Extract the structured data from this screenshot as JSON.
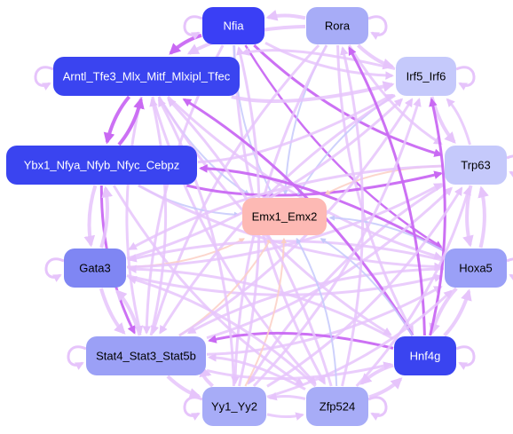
{
  "graph": {
    "nodes": [
      {
        "id": "nfia",
        "label": "Nfia",
        "fill": "#3a3ff5",
        "text": "#ffffff"
      },
      {
        "id": "rora",
        "label": "Rora",
        "fill": "#a7acf7",
        "text": "#000000"
      },
      {
        "id": "arntl",
        "label": "Arntl_Tfe3_Mlx_Mitf_Mlxipl_Tfec",
        "fill": "#3a44f0",
        "text": "#ffffff"
      },
      {
        "id": "irf5",
        "label": "Irf5_Irf6",
        "fill": "#c5c9fb",
        "text": "#000000"
      },
      {
        "id": "ybx1",
        "label": "Ybx1_Nfya_Nfyb_Nfyc_Cebpz",
        "fill": "#3a44f0",
        "text": "#ffffff"
      },
      {
        "id": "trp63",
        "label": "Trp63",
        "fill": "#c5c9fb",
        "text": "#000000"
      },
      {
        "id": "emx",
        "label": "Emx1_Emx2",
        "fill": "#fdb9b4",
        "text": "#000000"
      },
      {
        "id": "gata3",
        "label": "Gata3",
        "fill": "#7f86f3",
        "text": "#000000"
      },
      {
        "id": "hoxa5",
        "label": "Hoxa5",
        "fill": "#9aa0f7",
        "text": "#000000"
      },
      {
        "id": "stat4",
        "label": "Stat4_Stat3_Stat5b",
        "fill": "#9ba0f6",
        "text": "#000000"
      },
      {
        "id": "hnf4g",
        "label": "Hnf4g",
        "fill": "#3a44f0",
        "text": "#ffffff"
      },
      {
        "id": "yy1",
        "label": "Yy1_Yy2",
        "fill": "#a7acf7",
        "text": "#000000"
      },
      {
        "id": "zfp524",
        "label": "Zfp524",
        "fill": "#a7acf7",
        "text": "#000000"
      }
    ],
    "edges": [
      {
        "s": "nfia",
        "t": "arntl",
        "c": "#c969f3",
        "w": 4
      },
      {
        "s": "nfia",
        "t": "trp63",
        "c": "#c969f3",
        "w": 3
      },
      {
        "s": "nfia",
        "t": "hoxa5",
        "c": "#c969f3",
        "w": 2.5
      },
      {
        "s": "nfia",
        "t": "zfp524",
        "c": "#e6c4fb",
        "w": 3
      },
      {
        "s": "nfia",
        "t": "stat4",
        "c": "#e6c4fb",
        "w": 3
      },
      {
        "s": "nfia",
        "t": "emx",
        "c": "#c5c9fb",
        "w": 2
      },
      {
        "s": "nfia",
        "t": "irf5",
        "c": "#e6c4fb",
        "w": 3
      },
      {
        "s": "rora",
        "t": "nfia",
        "c": "#e6c4fb",
        "w": 4
      },
      {
        "s": "rora",
        "t": "arntl",
        "c": "#e6c4fb",
        "w": 4
      },
      {
        "s": "rora",
        "t": "irf5",
        "c": "#e6c4fb",
        "w": 4
      },
      {
        "s": "rora",
        "t": "emx",
        "c": "#c5c9fb",
        "w": 2
      },
      {
        "s": "rora",
        "t": "stat4",
        "c": "#e6c4fb",
        "w": 3
      },
      {
        "s": "rora",
        "t": "yy1",
        "c": "#e6c4fb",
        "w": 3
      },
      {
        "s": "rora",
        "t": "hnf4g",
        "c": "#e6c4fb",
        "w": 3
      },
      {
        "s": "rora",
        "t": "trp63",
        "c": "#e6c4fb",
        "w": 3
      },
      {
        "s": "arntl",
        "t": "ybx1",
        "c": "#c969f3",
        "w": 4
      },
      {
        "s": "arntl",
        "t": "irf5",
        "c": "#e6c4fb",
        "w": 4
      },
      {
        "s": "arntl",
        "t": "emx",
        "c": "#c5c9fb",
        "w": 2
      },
      {
        "s": "arntl",
        "t": "hoxa5",
        "c": "#e6c4fb",
        "w": 3
      },
      {
        "s": "arntl",
        "t": "hnf4g",
        "c": "#e6c4fb",
        "w": 3
      },
      {
        "s": "arntl",
        "t": "zfp524",
        "c": "#e6c4fb",
        "w": 3
      },
      {
        "s": "arntl",
        "t": "stat4",
        "c": "#e6c4fb",
        "w": 3
      },
      {
        "s": "ybx1",
        "t": "arntl",
        "c": "#c969f3",
        "w": 4
      },
      {
        "s": "ybx1",
        "t": "trp63",
        "c": "#c969f3",
        "w": 3
      },
      {
        "s": "ybx1",
        "t": "gata3",
        "c": "#e6c4fb",
        "w": 4
      },
      {
        "s": "ybx1",
        "t": "stat4",
        "c": "#c969f3",
        "w": 3
      },
      {
        "s": "ybx1",
        "t": "emx",
        "c": "#c5c9fb",
        "w": 2
      },
      {
        "s": "ybx1",
        "t": "hoxa5",
        "c": "#e6c4fb",
        "w": 3
      },
      {
        "s": "ybx1",
        "t": "zfp524",
        "c": "#e6c4fb",
        "w": 3
      },
      {
        "s": "ybx1",
        "t": "irf5",
        "c": "#e6c4fb",
        "w": 3
      },
      {
        "s": "irf5",
        "t": "trp63",
        "c": "#e6c4fb",
        "w": 4
      },
      {
        "s": "irf5",
        "t": "emx",
        "c": "#c5c9fb",
        "w": 2
      },
      {
        "s": "irf5",
        "t": "arntl",
        "c": "#e6c4fb",
        "w": 3
      },
      {
        "s": "irf5",
        "t": "stat4",
        "c": "#e6c4fb",
        "w": 3
      },
      {
        "s": "trp63",
        "t": "irf5",
        "c": "#e6c4fb",
        "w": 3
      },
      {
        "s": "trp63",
        "t": "hoxa5",
        "c": "#e6c4fb",
        "w": 4
      },
      {
        "s": "trp63",
        "t": "emx",
        "c": "#fbcfc4",
        "w": 2
      },
      {
        "s": "trp63",
        "t": "gata3",
        "c": "#e6c4fb",
        "w": 3
      },
      {
        "s": "trp63",
        "t": "yy1",
        "c": "#e6c4fb",
        "w": 3
      },
      {
        "s": "gata3",
        "t": "ybx1",
        "c": "#e6c4fb",
        "w": 4
      },
      {
        "s": "gata3",
        "t": "stat4",
        "c": "#e6c4fb",
        "w": 4
      },
      {
        "s": "gata3",
        "t": "emx",
        "c": "#fbcfc4",
        "w": 2
      },
      {
        "s": "gata3",
        "t": "irf5",
        "c": "#e6c4fb",
        "w": 3
      },
      {
        "s": "gata3",
        "t": "hoxa5",
        "c": "#e6c4fb",
        "w": 3
      },
      {
        "s": "gata3",
        "t": "trp63",
        "c": "#e6c4fb",
        "w": 3
      },
      {
        "s": "hoxa5",
        "t": "ybx1",
        "c": "#c969f3",
        "w": 3
      },
      {
        "s": "hoxa5",
        "t": "trp63",
        "c": "#e6c4fb",
        "w": 4
      },
      {
        "s": "hoxa5",
        "t": "hnf4g",
        "c": "#e6c4fb",
        "w": 4
      },
      {
        "s": "hoxa5",
        "t": "emx",
        "c": "#c5c9fb",
        "w": 2
      },
      {
        "s": "hoxa5",
        "t": "gata3",
        "c": "#e6c4fb",
        "w": 3
      },
      {
        "s": "hoxa5",
        "t": "stat4",
        "c": "#e6c4fb",
        "w": 3
      },
      {
        "s": "stat4",
        "t": "gata3",
        "c": "#e6c4fb",
        "w": 4
      },
      {
        "s": "stat4",
        "t": "yy1",
        "c": "#e6c4fb",
        "w": 4
      },
      {
        "s": "stat4",
        "t": "emx",
        "c": "#fbcfc4",
        "w": 2
      },
      {
        "s": "stat4",
        "t": "irf5",
        "c": "#e6c4fb",
        "w": 3
      },
      {
        "s": "stat4",
        "t": "arntl",
        "c": "#e6c4fb",
        "w": 3
      },
      {
        "s": "stat4",
        "t": "trp63",
        "c": "#e6c4fb",
        "w": 3
      },
      {
        "s": "stat4",
        "t": "hoxa5",
        "c": "#e6c4fb",
        "w": 3
      },
      {
        "s": "stat4",
        "t": "hnf4g",
        "c": "#e6c4fb",
        "w": 3
      },
      {
        "s": "hnf4g",
        "t": "stat4",
        "c": "#c969f3",
        "w": 3
      },
      {
        "s": "hnf4g",
        "t": "irf5",
        "c": "#c969f3",
        "w": 3
      },
      {
        "s": "hnf4g",
        "t": "rora",
        "c": "#c969f3",
        "w": 3
      },
      {
        "s": "hnf4g",
        "t": "arntl",
        "c": "#c969f3",
        "w": 3
      },
      {
        "s": "hnf4g",
        "t": "zfp524",
        "c": "#e6c4fb",
        "w": 4
      },
      {
        "s": "hnf4g",
        "t": "emx",
        "c": "#c5c9fb",
        "w": 2
      },
      {
        "s": "hnf4g",
        "t": "hoxa5",
        "c": "#e6c4fb",
        "w": 4
      },
      {
        "s": "hnf4g",
        "t": "gata3",
        "c": "#e6c4fb",
        "w": 3
      },
      {
        "s": "yy1",
        "t": "stat4",
        "c": "#e6c4fb",
        "w": 4
      },
      {
        "s": "yy1",
        "t": "zfp524",
        "c": "#e6c4fb",
        "w": 3
      },
      {
        "s": "yy1",
        "t": "emx",
        "c": "#fbcfc4",
        "w": 2
      },
      {
        "s": "yy1",
        "t": "irf5",
        "c": "#e6c4fb",
        "w": 3
      },
      {
        "s": "yy1",
        "t": "nfia",
        "c": "#e6c4fb",
        "w": 3
      },
      {
        "s": "yy1",
        "t": "arntl",
        "c": "#e6c4fb",
        "w": 3
      },
      {
        "s": "yy1",
        "t": "hoxa5",
        "c": "#e6c4fb",
        "w": 3
      },
      {
        "s": "yy1",
        "t": "trp63",
        "c": "#e6c4fb",
        "w": 3
      },
      {
        "s": "zfp524",
        "t": "yy1",
        "c": "#e6c4fb",
        "w": 3
      },
      {
        "s": "zfp524",
        "t": "hnf4g",
        "c": "#e6c4fb",
        "w": 4
      },
      {
        "s": "zfp524",
        "t": "emx",
        "c": "#c5c9fb",
        "w": 2
      },
      {
        "s": "zfp524",
        "t": "rora",
        "c": "#e6c4fb",
        "w": 3
      },
      {
        "s": "zfp524",
        "t": "arntl",
        "c": "#e6c4fb",
        "w": 3
      },
      {
        "s": "zfp524",
        "t": "trp63",
        "c": "#e6c4fb",
        "w": 3
      },
      {
        "s": "zfp524",
        "t": "stat4",
        "c": "#e6c4fb",
        "w": 3
      },
      {
        "s": "zfp524",
        "t": "gata3",
        "c": "#e6c4fb",
        "w": 3
      }
    ],
    "self_loops": [
      {
        "node": "nfia",
        "c": "#e6c4fb"
      },
      {
        "node": "rora",
        "c": "#e6c4fb"
      },
      {
        "node": "arntl",
        "c": "#e6c4fb"
      },
      {
        "node": "irf5",
        "c": "#e6c4fb"
      },
      {
        "node": "trp63",
        "c": "#e6c4fb"
      },
      {
        "node": "hoxa5",
        "c": "#e6c4fb"
      },
      {
        "node": "hnf4g",
        "c": "#e6c4fb"
      },
      {
        "node": "yy1",
        "c": "#e6c4fb"
      },
      {
        "node": "zfp524",
        "c": "#e6c4fb"
      },
      {
        "node": "stat4",
        "c": "#e6c4fb"
      },
      {
        "node": "gata3",
        "c": "#e6c4fb"
      }
    ]
  }
}
